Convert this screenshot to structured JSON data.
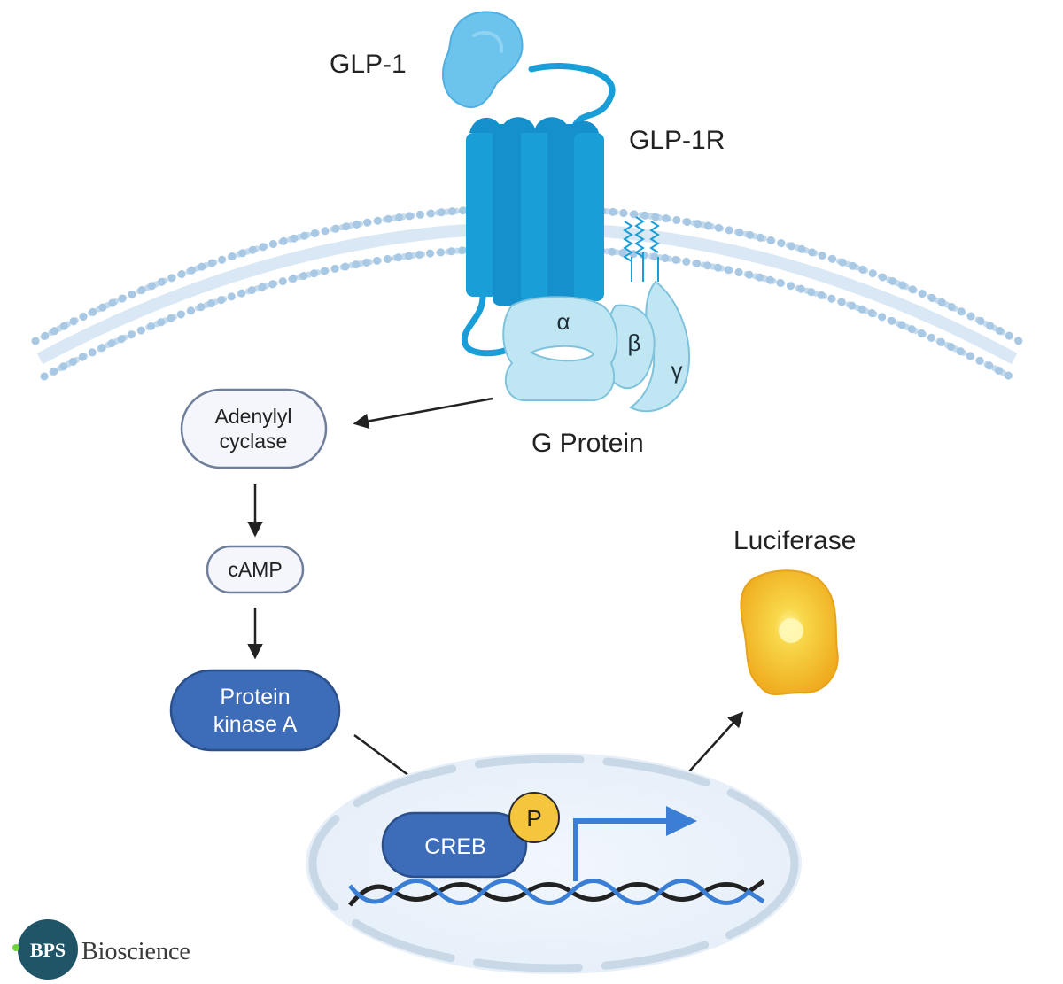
{
  "labels": {
    "ligand": "GLP-1",
    "receptor": "GLP-1R",
    "alpha": "α",
    "beta": "β",
    "gamma": "γ",
    "g_protein": "G Protein",
    "adenylyl_line1": "Adenylyl",
    "adenylyl_line2": "cyclase",
    "camp": "cAMP",
    "pka_line1": "Protein",
    "pka_line2": "kinase A",
    "creb": "CREB",
    "phospho": "P",
    "luciferase": "Luciferase"
  },
  "logo": {
    "bps": "BPS",
    "bioscience": "Bioscience"
  },
  "colors": {
    "receptor": "#1a9ed8",
    "ligand": "#6cc3ec",
    "g_protein": "#bfe6f2",
    "membrane": "#cfe0ef",
    "box_light": "#f4f6fb",
    "box_dark": "#3d6cb9",
    "dna_blue": "#3a7fd5",
    "dna_black": "#222222",
    "arrow": "#222222",
    "luciferase": "#f2b622",
    "phospho": "#f5c53d",
    "logo": "#1f5566"
  }
}
